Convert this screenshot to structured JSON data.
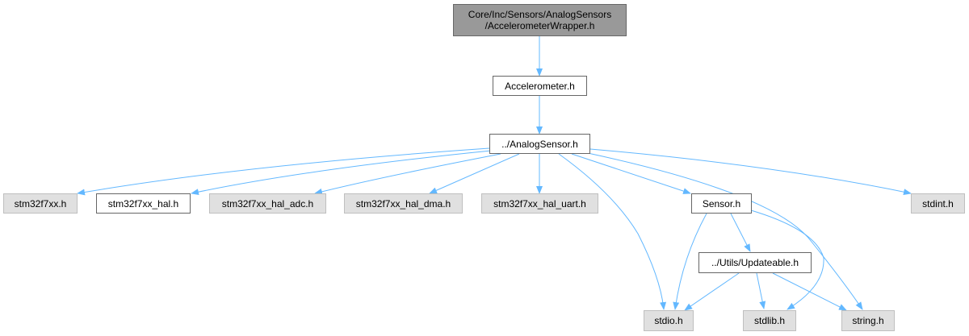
{
  "diagram": {
    "edge_color": "#63b8ff",
    "nodes": {
      "root": {
        "line1": "Core/Inc/Sensors/AnalogSensors",
        "line2": "/AccelerometerWrapper.h"
      },
      "accelerometer": "Accelerometer.h",
      "analog_sensor": "../AnalogSensor.h",
      "stm32f7xx": "stm32f7xx.h",
      "stm32f7xx_hal": "stm32f7xx_hal.h",
      "stm32f7xx_hal_adc": "stm32f7xx_hal_adc.h",
      "stm32f7xx_hal_dma": "stm32f7xx_hal_dma.h",
      "stm32f7xx_hal_uart": "stm32f7xx_hal_uart.h",
      "sensor": "Sensor.h",
      "stdint": "stdint.h",
      "updateable": "../Utils/Updateable.h",
      "stdio": "stdio.h",
      "stdlib": "stdlib.h",
      "string": "string.h"
    }
  }
}
